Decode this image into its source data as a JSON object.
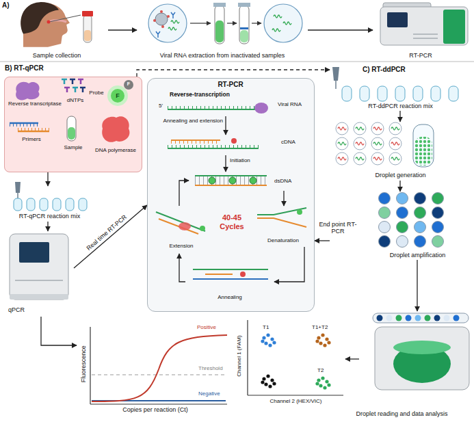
{
  "diagram": {
    "nodes": [
      {
        "text": [
          "Sample collection"
        ]
      },
      {
        "text": [
          "Viral RNA extraction from inactivated samples"
        ]
      },
      {
        "text": [
          "RT-PCR"
        ]
      },
      {
        "text": [
          "B) RT-qPCR"
        ]
      },
      {
        "text": [
          "Reverse transcriptase"
        ],
        "in": 3
      },
      {
        "text": [
          "dNTPs"
        ],
        "in": 3
      },
      {
        "text": [
          "Probe"
        ],
        "in": 3
      },
      {
        "text": [
          "Primers"
        ],
        "in": 3
      },
      {
        "text": [
          "Sample"
        ],
        "in": 3
      },
      {
        "text": [
          "DNA polymerase"
        ],
        "in": 3
      },
      {
        "text": [
          "RT-qPCR reaction mix"
        ]
      },
      {
        "text": [
          "qPCR"
        ]
      },
      {
        "text": [
          "Fluorescence",
          "Positive",
          "Threshold",
          "Negative",
          "Copies per reaction (Ct)"
        ]
      },
      {
        "text": [
          "RT-PCR"
        ]
      },
      {
        "text": [
          "Reverse-transcription",
          "Viral RNA"
        ],
        "in": 13
      },
      {
        "text": [
          "cDNA"
        ],
        "in": 13
      },
      {
        "text": [
          "dsDNA"
        ],
        "in": 13
      },
      {
        "text": [
          "Denaturation"
        ],
        "in": 13
      },
      {
        "text": [
          "Annealing"
        ],
        "in": 13
      },
      {
        "text": [
          "Extension"
        ],
        "in": 13
      },
      {
        "text": [
          "RT-ddPCR reaction mix"
        ]
      },
      {
        "text": [
          "Droplet generation"
        ]
      },
      {
        "text": [
          "Droplet amplification"
        ]
      },
      {
        "text": [
          "Droplet reading and data analysis"
        ]
      },
      {
        "text": [
          "T1",
          "T1+T2",
          "T2",
          "Channel 1 (FAM)",
          "Channel 2 (HEX/VIC)"
        ]
      }
    ],
    "edges": [
      {
        "from": 0,
        "to": 1,
        "arrow": "to"
      },
      {
        "from": 1,
        "to": 2,
        "arrow": "to"
      },
      {
        "from": 3,
        "to": 10,
        "arrow": "to"
      },
      {
        "from": 10,
        "to": 11,
        "arrow": "to"
      },
      {
        "from": 11,
        "to": 12,
        "arrow": "to"
      },
      {
        "from": 11,
        "to": 13,
        "label": "Real time RT-PCR",
        "arrow": "to"
      },
      {
        "from": 3,
        "to": 20,
        "arrow": "to"
      },
      {
        "from": 14,
        "to": 15,
        "label": "Annealing and extension",
        "arrow": "to"
      },
      {
        "from": 15,
        "to": 16,
        "label": "Initiation",
        "arrow": "to"
      },
      {
        "from": 16,
        "to": 17,
        "arrow": "to"
      },
      {
        "from": 17,
        "to": 18,
        "arrow": "to"
      },
      {
        "from": 18,
        "to": 19,
        "arrow": "to"
      },
      {
        "from": 19,
        "to": 16,
        "arrow": "to"
      },
      {
        "from": 20,
        "to": 21,
        "arrow": "to"
      },
      {
        "from": 21,
        "to": 22,
        "arrow": "to"
      },
      {
        "from": 22,
        "to": 13,
        "label": "End point RT-PCR",
        "arrow": "to"
      },
      {
        "from": 22,
        "to": 23,
        "arrow": "to"
      },
      {
        "from": 23,
        "to": 24,
        "arrow": "to"
      }
    ],
    "labels": [
      "A)",
      "F",
      "F",
      "5'",
      "40-45 Cycles",
      "C) RT-ddPCR"
    ]
  }
}
